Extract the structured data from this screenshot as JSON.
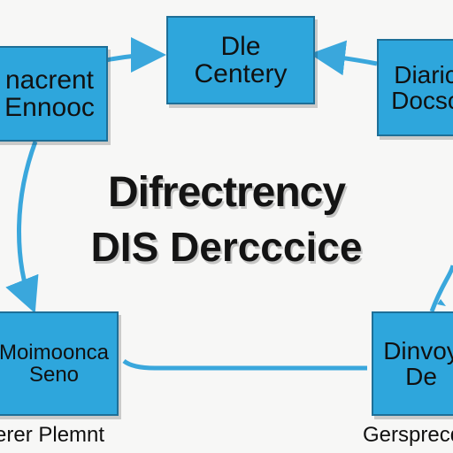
{
  "nodes": {
    "top": {
      "line1": "Dle",
      "line2": "Centery"
    },
    "left": {
      "line1": "nacrent",
      "line2": "Ennooc"
    },
    "right": {
      "line1": "Diaric",
      "line2": "Docsc"
    },
    "bottom_left": {
      "line1": "Moimoonca",
      "line2": "Seno"
    },
    "bottom_right": {
      "line1": "Dinvoy",
      "line2": "De"
    }
  },
  "center": {
    "line1": "Difrectrency",
    "line2": "DIS Dercccice"
  },
  "captions": {
    "left": "erer Plemnt",
    "right": "Gersprecdr"
  },
  "colors": {
    "box_fill": "#2ea6dc",
    "box_border": "#1e6f97",
    "arrow": "#3aa7dc",
    "background": "#f7f7f6"
  }
}
